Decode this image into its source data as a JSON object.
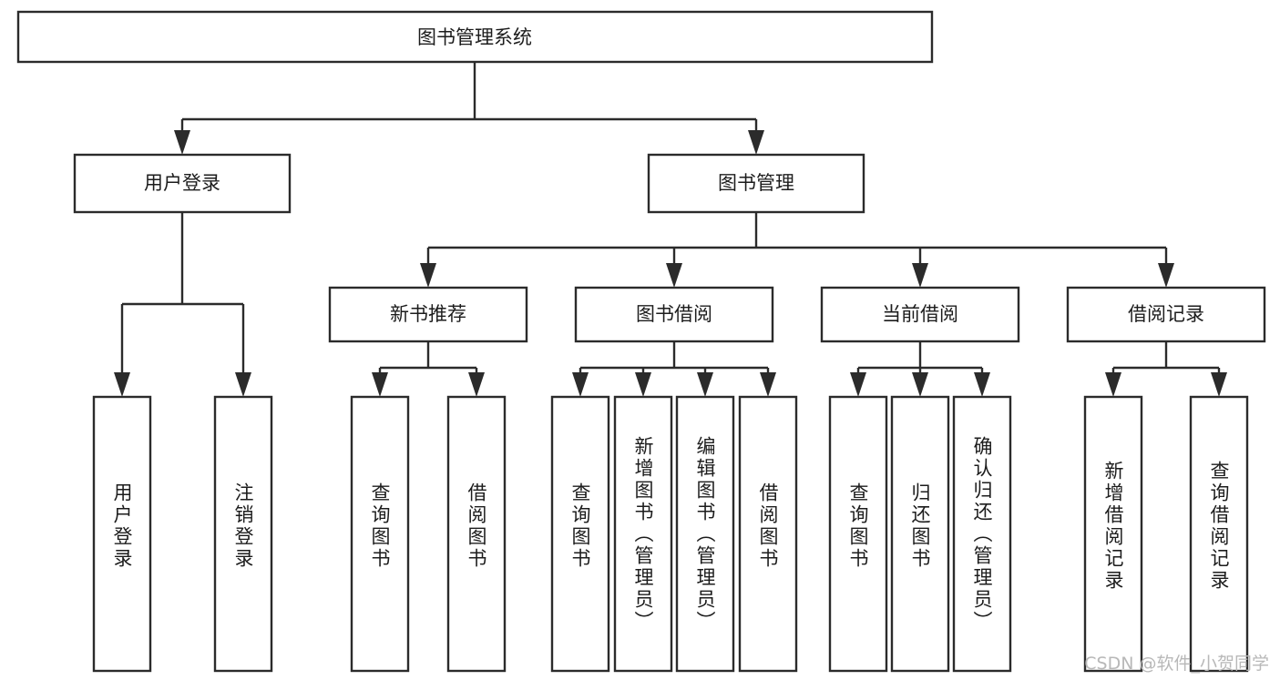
{
  "diagram": {
    "title": "图书管理系统",
    "type": "tree",
    "orientation": "top-down",
    "colors": {
      "box_stroke": "#2b2b2b",
      "box_fill": "#ffffff",
      "connector": "#2b2b2b",
      "text": "#1c1c1c",
      "background": "#ffffff",
      "watermark": "#b8b8b8"
    },
    "root": {
      "label": "图书管理系统",
      "orientation": "horizontal"
    },
    "level2": [
      {
        "label": "用户登录",
        "orientation": "horizontal"
      },
      {
        "label": "图书管理",
        "orientation": "horizontal"
      }
    ],
    "level3": [
      {
        "label": "新书推荐",
        "orientation": "horizontal"
      },
      {
        "label": "图书借阅",
        "orientation": "horizontal"
      },
      {
        "label": "当前借阅",
        "orientation": "horizontal"
      },
      {
        "label": "借阅记录",
        "orientation": "horizontal"
      }
    ],
    "leaves": {
      "user_login": [
        {
          "label": "用户登录",
          "orientation": "vertical"
        },
        {
          "label": "注销登录",
          "orientation": "vertical"
        }
      ],
      "new_book_recommend": [
        {
          "label": "查询图书",
          "orientation": "vertical"
        },
        {
          "label": "借阅图书",
          "orientation": "vertical"
        }
      ],
      "book_borrow": [
        {
          "label": "查询图书",
          "orientation": "vertical"
        },
        {
          "label": "新增图书（管理员）",
          "orientation": "vertical"
        },
        {
          "label": "编辑图书（管理员）",
          "orientation": "vertical"
        },
        {
          "label": "借阅图书",
          "orientation": "vertical"
        }
      ],
      "current_borrow": [
        {
          "label": "查询图书",
          "orientation": "vertical"
        },
        {
          "label": "归还图书",
          "orientation": "vertical"
        },
        {
          "label": "确认归还（管理员）",
          "orientation": "vertical"
        }
      ],
      "borrow_record": [
        {
          "label": "新增借阅记录",
          "orientation": "vertical"
        },
        {
          "label": "查询借阅记录",
          "orientation": "vertical"
        }
      ]
    }
  },
  "watermark": {
    "text": "CSDN @软件_小贺同学"
  }
}
